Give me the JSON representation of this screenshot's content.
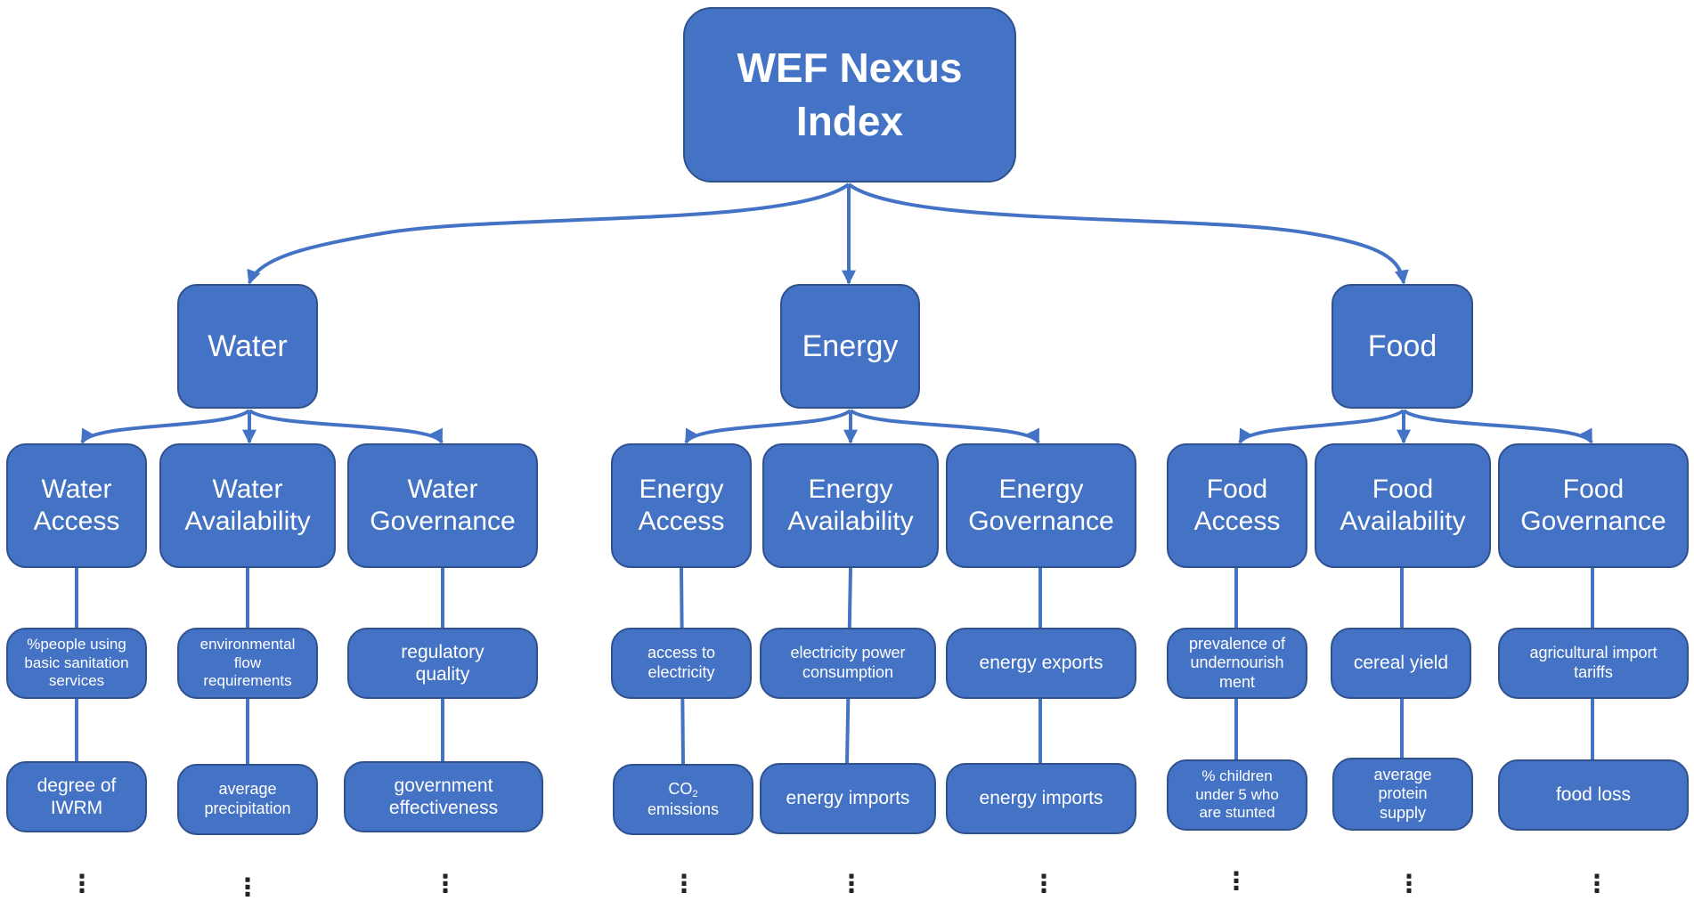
{
  "colors": {
    "node_fill": "#4472c4",
    "node_border": "#2f528f",
    "connector": "#4472c4",
    "text": "#ffffff",
    "ellipsis": "#222222"
  },
  "root": {
    "label": "WEF Nexus Index"
  },
  "domains": {
    "water": {
      "label": "Water",
      "pillars": {
        "access": {
          "label": "Water Access",
          "indicators": [
            "%people using basic sanitation services",
            "degree of IWRM"
          ]
        },
        "availability": {
          "label": "Water Availability",
          "indicators": [
            "environmental flow requirements",
            "average precipitation"
          ]
        },
        "governance": {
          "label": "Water Governance",
          "indicators": [
            "regulatory quality",
            "government effectiveness"
          ]
        }
      }
    },
    "energy": {
      "label": "Energy",
      "pillars": {
        "access": {
          "label": "Energy Access",
          "indicators": [
            "access to electricity",
            "CO",
            "2",
            "emissions"
          ]
        },
        "availability": {
          "label": "Energy Availability",
          "indicators": [
            "electricity power consumption",
            "energy imports"
          ]
        },
        "governance": {
          "label": "Energy Governance",
          "indicators": [
            "energy exports",
            "energy imports"
          ]
        }
      }
    },
    "food": {
      "label": "Food",
      "pillars": {
        "access": {
          "label": "Food Access",
          "indicators": [
            "prevalence of undernourish ment",
            "% children under 5 who are stunted"
          ]
        },
        "availability": {
          "label": "Food Availability",
          "indicators": [
            "cereal yield",
            "average protein supply"
          ]
        },
        "governance": {
          "label": "Food Governance",
          "indicators": [
            "agricultural import tariffs",
            "food loss"
          ]
        }
      }
    }
  },
  "continuation": "⋮"
}
